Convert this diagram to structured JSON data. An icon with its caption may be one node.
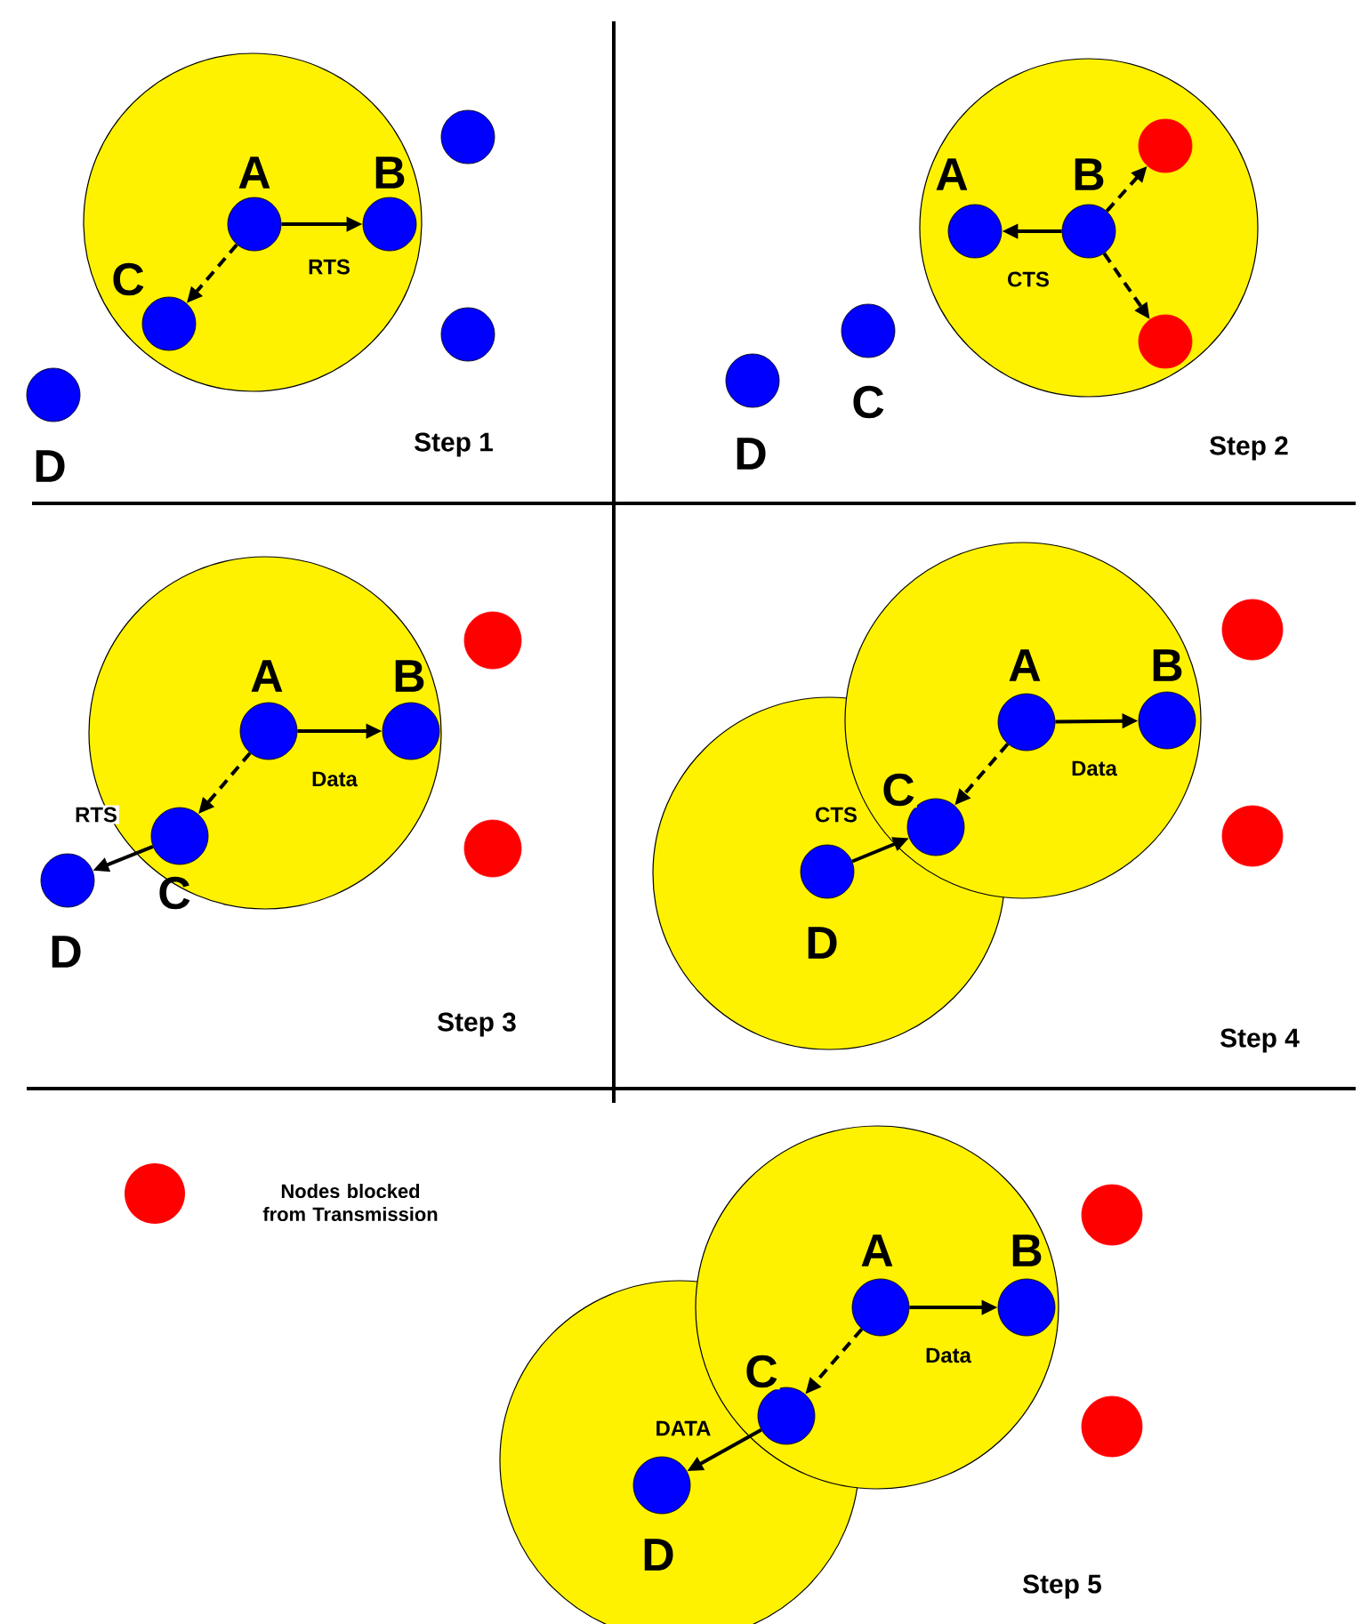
{
  "diagram": {
    "nodes": [
      {
        "text": [],
        "shape": "circle"
      },
      {
        "text": [
          "A"
        ],
        "in": 0
      },
      {
        "text": [
          "B"
        ],
        "in": 0
      },
      {
        "text": [
          "C"
        ],
        "in": 0
      },
      {
        "text": [],
        "shape": "circle"
      },
      {
        "text": [],
        "shape": "circle"
      },
      {
        "text": [
          "D"
        ]
      },
      {
        "text": [],
        "shape": "circle"
      },
      {
        "text": [
          "A"
        ],
        "in": 7
      },
      {
        "text": [
          "B"
        ],
        "in": 7
      },
      {
        "text": [],
        "shape": "circle",
        "in": 7
      },
      {
        "text": [],
        "shape": "circle",
        "in": 7
      },
      {
        "text": [
          "C"
        ]
      },
      {
        "text": [
          "D"
        ]
      },
      {
        "text": [],
        "shape": "circle"
      },
      {
        "text": [
          "A"
        ],
        "in": 14
      },
      {
        "text": [
          "B"
        ],
        "in": 14
      },
      {
        "text": [
          "C"
        ],
        "in": 14
      },
      {
        "text": [
          "D"
        ]
      },
      {
        "text": [],
        "shape": "circle"
      },
      {
        "text": [],
        "shape": "circle"
      },
      {
        "text": [],
        "shape": "circle"
      },
      {
        "text": [],
        "shape": "circle"
      },
      {
        "text": [
          "A"
        ],
        "in": 22
      },
      {
        "text": [
          "B"
        ],
        "in": 22
      },
      {
        "text": [
          "C"
        ]
      },
      {
        "text": [
          "D"
        ],
        "in": 21
      },
      {
        "text": [],
        "shape": "circle"
      },
      {
        "text": [],
        "shape": "circle"
      },
      {
        "text": [],
        "shape": "circle"
      },
      {
        "text": [],
        "shape": "circle"
      },
      {
        "text": [
          "A"
        ],
        "in": 30
      },
      {
        "text": [
          "B"
        ],
        "in": 30
      },
      {
        "text": [
          "C"
        ]
      },
      {
        "text": [
          "D"
        ],
        "in": 29
      },
      {
        "text": [],
        "shape": "circle"
      },
      {
        "text": [],
        "shape": "circle"
      }
    ],
    "edges": [
      {
        "from": 1,
        "to": 2,
        "arrow": "to",
        "label": "RTS"
      },
      {
        "from": 1,
        "to": 3,
        "arrow": "to",
        "style": "dashed"
      },
      {
        "from": 9,
        "to": 8,
        "arrow": "to",
        "label": "CTS"
      },
      {
        "from": 9,
        "to": 10,
        "arrow": "to",
        "style": "dashed"
      },
      {
        "from": 9,
        "to": 11,
        "arrow": "to",
        "style": "dashed"
      },
      {
        "from": 15,
        "to": 16,
        "arrow": "to",
        "label": "Data"
      },
      {
        "from": 15,
        "to": 17,
        "arrow": "to",
        "style": "dashed"
      },
      {
        "from": 17,
        "to": 18,
        "arrow": "to",
        "label": "RTS"
      },
      {
        "from": 23,
        "to": 24,
        "arrow": "to",
        "label": "Data"
      },
      {
        "from": 23,
        "to": 25,
        "arrow": "to",
        "style": "dashed"
      },
      {
        "from": 26,
        "to": 25,
        "arrow": "to",
        "label": "CTS"
      },
      {
        "from": 31,
        "to": 32,
        "arrow": "to",
        "label": "Data"
      },
      {
        "from": 31,
        "to": 33,
        "arrow": "to",
        "style": "dashed"
      },
      {
        "from": 33,
        "to": 34,
        "arrow": "to",
        "label": "DATA"
      }
    ],
    "labels": [
      "Step 1",
      "Step 2",
      "Step 3",
      "Step 4",
      "Step 5"
    ],
    "legend": [
      {
        "text": "Nodes blocked from Transmission",
        "color": "#ff0000"
      }
    ]
  }
}
